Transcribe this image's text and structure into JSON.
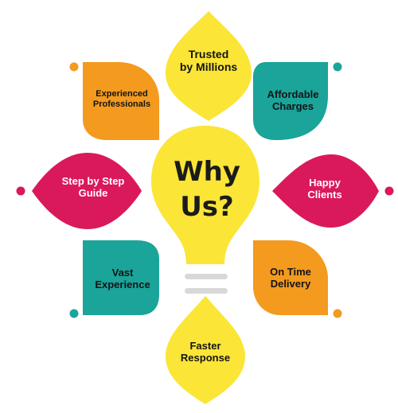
{
  "colors": {
    "yellow": "#fbe536",
    "orange": "#f39a1f",
    "teal": "#1aa49a",
    "crimson": "#d9195b",
    "bulb": "#fbe536",
    "bulb_base": "#d8d8d8",
    "text_dark": "#141414",
    "text_light": "#ffffff"
  },
  "center": {
    "line1": "Why",
    "line2": "Us?"
  },
  "petals": [
    {
      "id": "trusted",
      "label": "Trusted\nby Millions",
      "color": "yellow"
    },
    {
      "id": "affordable",
      "label": "Affordable\nCharges",
      "color": "teal"
    },
    {
      "id": "happy",
      "label": "Happy\nClients",
      "color": "crimson"
    },
    {
      "id": "ontime",
      "label": "On Time\nDelivery",
      "color": "orange"
    },
    {
      "id": "faster",
      "label": "Faster\nResponse",
      "color": "yellow"
    },
    {
      "id": "vast",
      "label": "Vast\nExperience",
      "color": "teal"
    },
    {
      "id": "step",
      "label": "Step by Step\nGuide",
      "color": "crimson"
    },
    {
      "id": "experienced",
      "label": "Experienced\nProfessionals",
      "color": "orange"
    }
  ]
}
